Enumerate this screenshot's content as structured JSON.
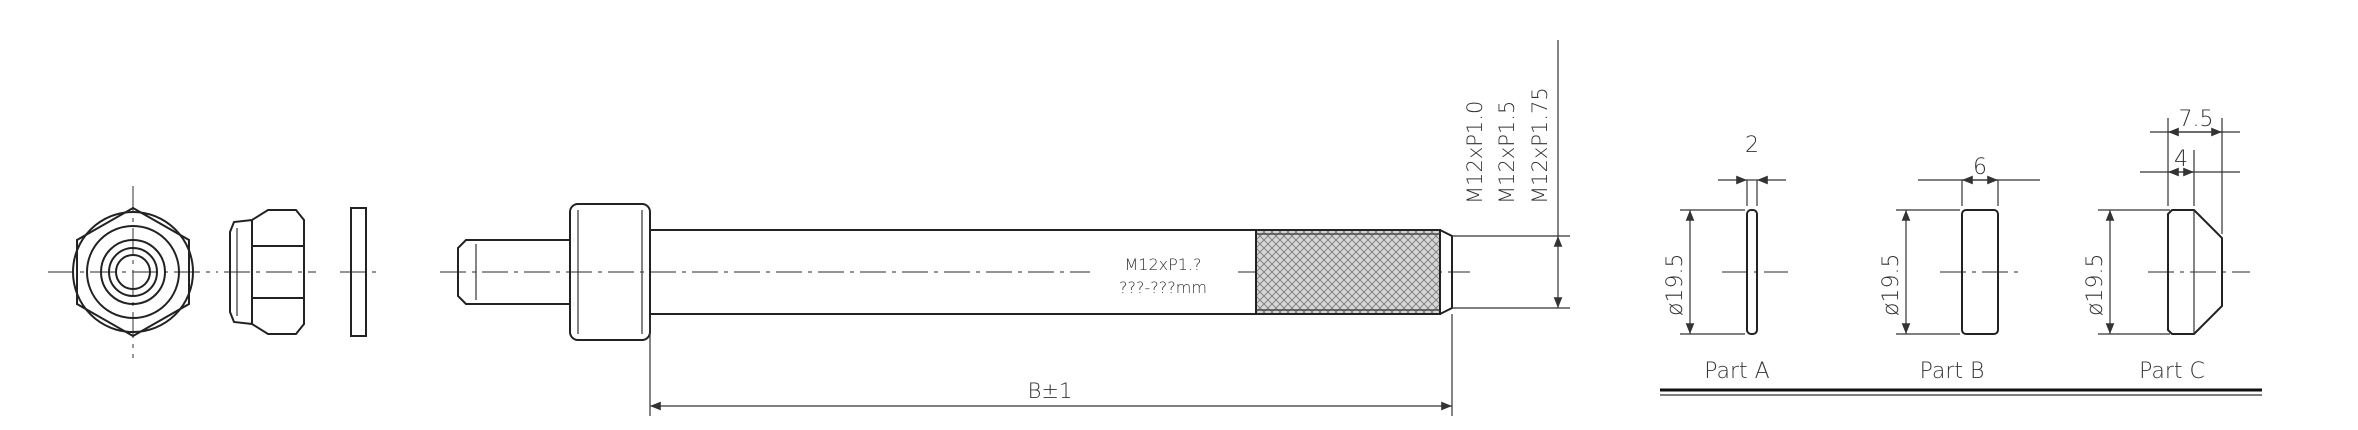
{
  "bolt": {
    "label_thread": "M12xP1.?",
    "label_length": "???-???mm",
    "thread_options": [
      "M12xP1.0",
      "M12xP1.5",
      "M12xP1.75"
    ],
    "length_dim": "B±1"
  },
  "parts": [
    {
      "name": "Part A",
      "width": "2",
      "diameter": "ø19.5"
    },
    {
      "name": "Part B",
      "width": "6",
      "diameter": "ø19.5"
    },
    {
      "name": "Part C",
      "width": "4",
      "outer_width": "7.5",
      "diameter": "ø19.5"
    }
  ]
}
